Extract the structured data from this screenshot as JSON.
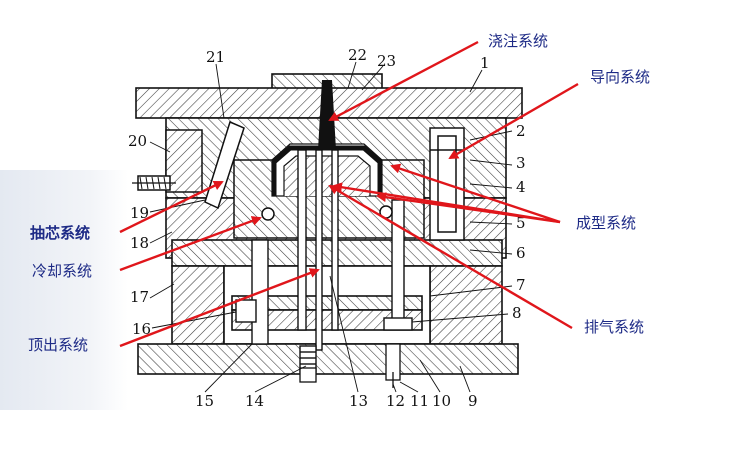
{
  "colors": {
    "arrow": "#e0161b",
    "label": "#1d2a86",
    "outline": "#111111",
    "hatch": "#333333",
    "cavity": "#111111"
  },
  "labels": {
    "pouring": "浇注系统",
    "guiding": "导向系统",
    "core_pulling": "抽芯系统",
    "cooling": "冷却系统",
    "molding": "成型系统",
    "ejection": "顶出系统",
    "venting": "排气系统"
  },
  "part_numbers": {
    "n1": "1",
    "n2": "2",
    "n3": "3",
    "n4": "4",
    "n5": "5",
    "n6": "6",
    "n7": "7",
    "n8": "8",
    "n9": "9",
    "n10": "10",
    "n11": "11",
    "n12": "12",
    "n13": "13",
    "n14": "14",
    "n15": "15",
    "n16": "16",
    "n17": "17",
    "n18": "18",
    "n19": "19",
    "n20": "20",
    "n21": "21",
    "n22": "22",
    "n23": "23"
  }
}
